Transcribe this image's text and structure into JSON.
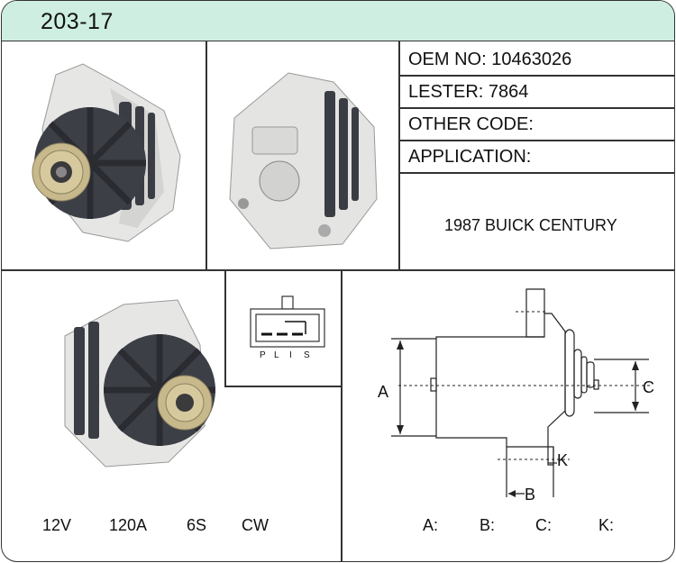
{
  "header": {
    "title": "203-17"
  },
  "info": {
    "oem": "OEM NO: 10463026",
    "lester": "LESTER:  7864",
    "other_code": "OTHER CODE:",
    "application": "APPLICATION:",
    "application_value": "1987 BUICK CENTURY"
  },
  "specs": {
    "voltage": "12V",
    "amperage": "120A",
    "grooves": "6S",
    "rotation": "CW"
  },
  "connector": {
    "pins": [
      "P",
      "L",
      "I",
      "S"
    ]
  },
  "dimensions": {
    "labels": {
      "a": "A",
      "b": "B",
      "c": "C",
      "k": "K"
    },
    "footer": {
      "a": "A:",
      "b": "B:",
      "c": "C:",
      "k": "K:"
    }
  },
  "colors": {
    "header_bg": "#cdeee0",
    "border": "#333333"
  },
  "images": [
    "alternator-pulley-front-view",
    "alternator-rear-view",
    "alternator-angled-view"
  ]
}
